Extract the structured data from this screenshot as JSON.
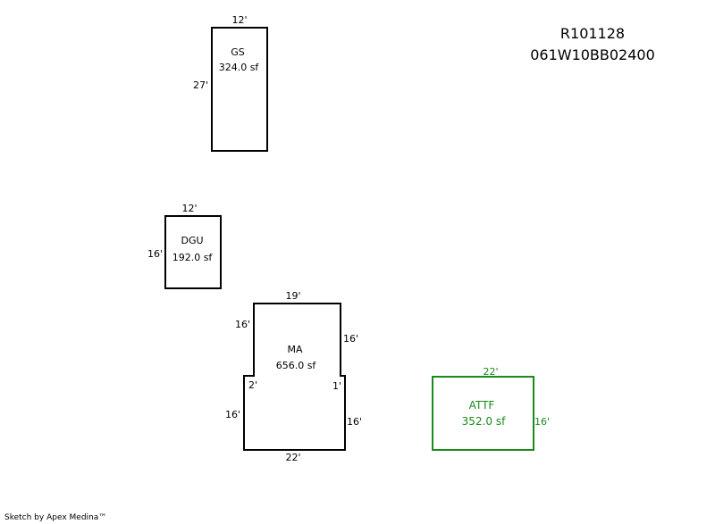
{
  "header": {
    "account_id": "R101128",
    "map_tax_lot": "061W10BB02400"
  },
  "footer": {
    "credit": "Sketch by Apex Medina™"
  },
  "colors": {
    "default_outline": "#000000",
    "attf_outline": "#1a8a1a"
  },
  "structures": {
    "gs": {
      "label": "GS",
      "area": "324.0 sf",
      "top_dim": "12'",
      "left_dim": "27'"
    },
    "dgu": {
      "label": "DGU",
      "area": "192.0 sf",
      "top_dim": "12'",
      "left_dim": "16'"
    },
    "ma": {
      "label": "MA",
      "area": "656.0 sf",
      "top_dim": "19'",
      "upper_left_dim": "16'",
      "upper_right_dim": "16'",
      "left_step_dim": "2'",
      "right_step_dim": "1'",
      "lower_left_dim": "16'",
      "lower_right_dim": "16'",
      "bottom_dim": "22'"
    },
    "attf": {
      "label": "ATTF",
      "area": "352.0 sf",
      "top_dim": "22'",
      "right_dim": "16'"
    }
  }
}
